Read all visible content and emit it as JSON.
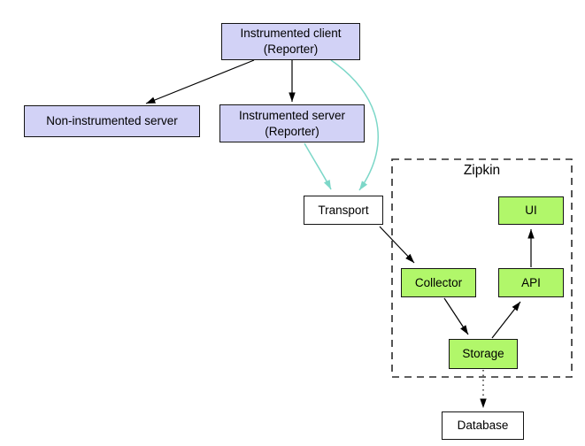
{
  "colors": {
    "background": "#ffffff",
    "node-lavender": "#d2d2f6",
    "node-green": "#b1f76a",
    "node-white": "#ffffff",
    "node-border": "#141414",
    "cluster-border": "#2b2b2b",
    "edge-black": "#000000",
    "edge-cyan": "#7cd7c8",
    "text": "#000000"
  },
  "cluster": {
    "label": "Zipkin"
  },
  "nodes": {
    "client": {
      "label": "Instrumented client\n(Reporter)"
    },
    "non_instrumented_server": {
      "label": "Non-instrumented server"
    },
    "instrumented_server": {
      "label": "Instrumented server\n(Reporter)"
    },
    "transport": {
      "label": "Transport"
    },
    "collector": {
      "label": "Collector"
    },
    "api": {
      "label": "API"
    },
    "ui": {
      "label": "UI"
    },
    "storage": {
      "label": "Storage"
    },
    "database": {
      "label": "Database"
    }
  },
  "edges": [
    {
      "from": "instrumented_client",
      "to": "non_instrumented_server",
      "style": "solid",
      "color": "black"
    },
    {
      "from": "instrumented_client",
      "to": "instrumented_server",
      "style": "solid",
      "color": "black"
    },
    {
      "from": "instrumented_client",
      "to": "transport",
      "style": "curved",
      "color": "cyan"
    },
    {
      "from": "instrumented_server",
      "to": "transport",
      "style": "curved",
      "color": "cyan"
    },
    {
      "from": "transport",
      "to": "collector",
      "style": "solid",
      "color": "black"
    },
    {
      "from": "collector",
      "to": "storage",
      "style": "solid",
      "color": "black"
    },
    {
      "from": "storage",
      "to": "api",
      "style": "solid",
      "color": "black"
    },
    {
      "from": "api",
      "to": "ui",
      "style": "solid",
      "color": "black"
    },
    {
      "from": "storage",
      "to": "database",
      "style": "dotted",
      "color": "black"
    }
  ]
}
